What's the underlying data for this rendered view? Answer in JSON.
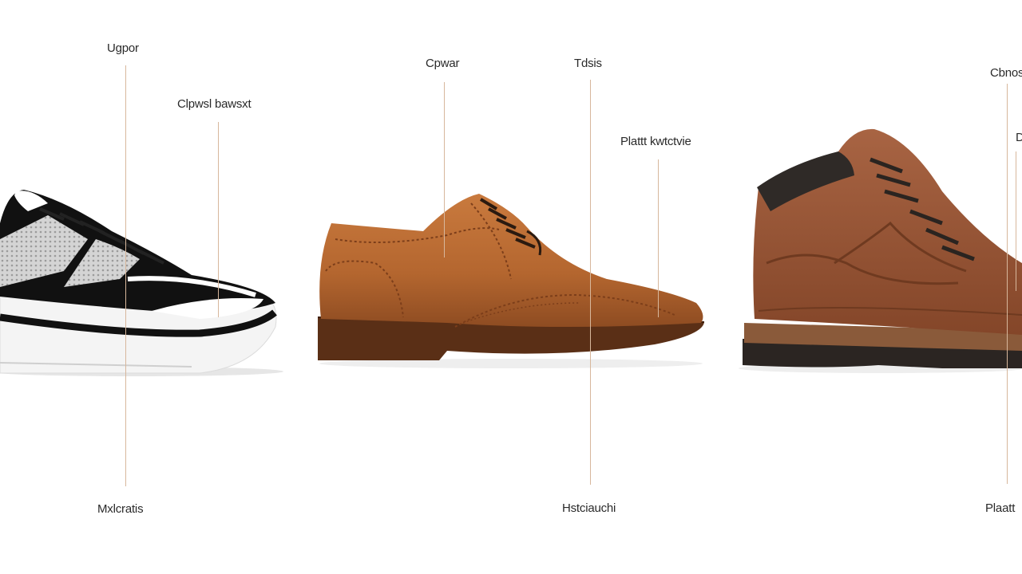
{
  "labels": {
    "sneaker_top": "Ugpor",
    "sneaker_mid": "Clpwsl bawsxt",
    "sneaker_bottom": "Mxlcratis",
    "oxford_top_left": "Cpwar",
    "oxford_top_right": "Tdsis",
    "oxford_mid": "Plattt kwtctvie",
    "oxford_bottom": "Hstciauchi",
    "boot_top": "Cbnos",
    "boot_mid": "D",
    "boot_bottom": "Plaatt"
  },
  "colors": {
    "leader_line": "#d7b79c",
    "oxford_leather": "#b86a35",
    "boot_leather": "#9a5838",
    "sneaker_black": "#111111",
    "sneaker_mesh": "#c9c9c9"
  },
  "items": [
    {
      "name": "sneaker",
      "icon": "sneaker-icon"
    },
    {
      "name": "oxford brogue shoe",
      "icon": "oxford-shoe-icon"
    },
    {
      "name": "hiking boot",
      "icon": "boot-icon"
    }
  ]
}
